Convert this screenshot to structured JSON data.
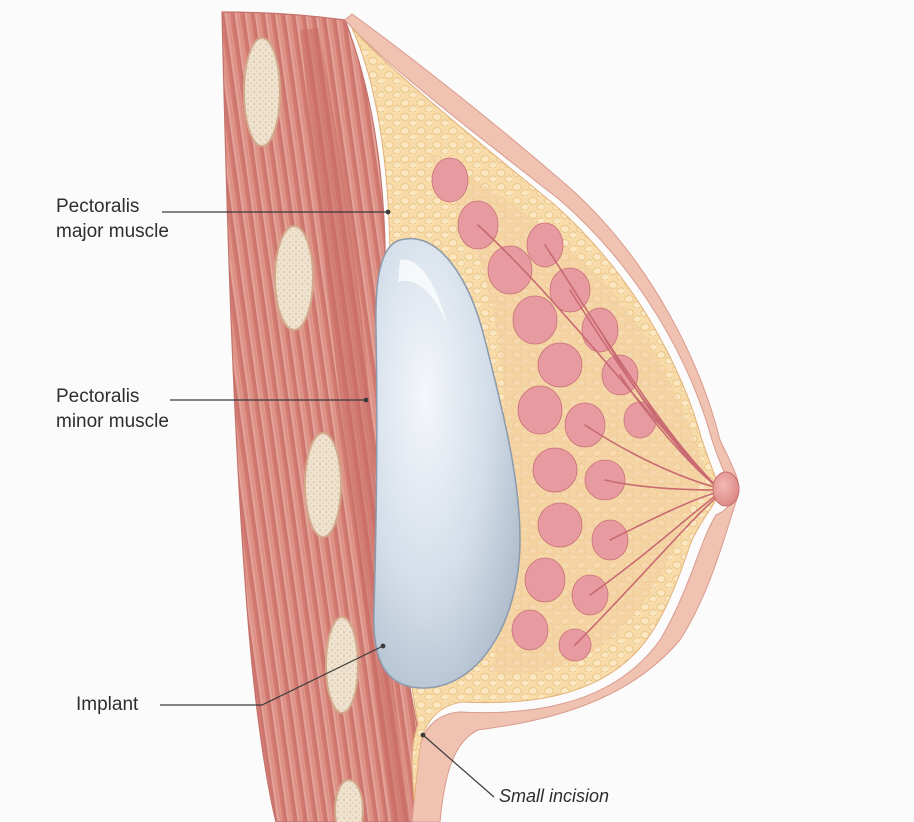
{
  "labels": {
    "pectoralis_major_line1": "Pectoralis",
    "pectoralis_major_line2": "major muscle",
    "pectoralis_minor_line1": "Pectoralis",
    "pectoralis_minor_line2": "minor muscle",
    "implant": "Implant",
    "small_incision": "Small incision"
  },
  "colors": {
    "background": "#fbfbfb",
    "muscle": "#d9877f",
    "muscle_dark": "#b9605c",
    "fat": "#f6d7a4",
    "gland": "#e59aa0",
    "skin": "#f2c7b7",
    "implant": "#cdd7e2",
    "rib": "#f3e9da",
    "leader_line": "#3a3a3a"
  }
}
